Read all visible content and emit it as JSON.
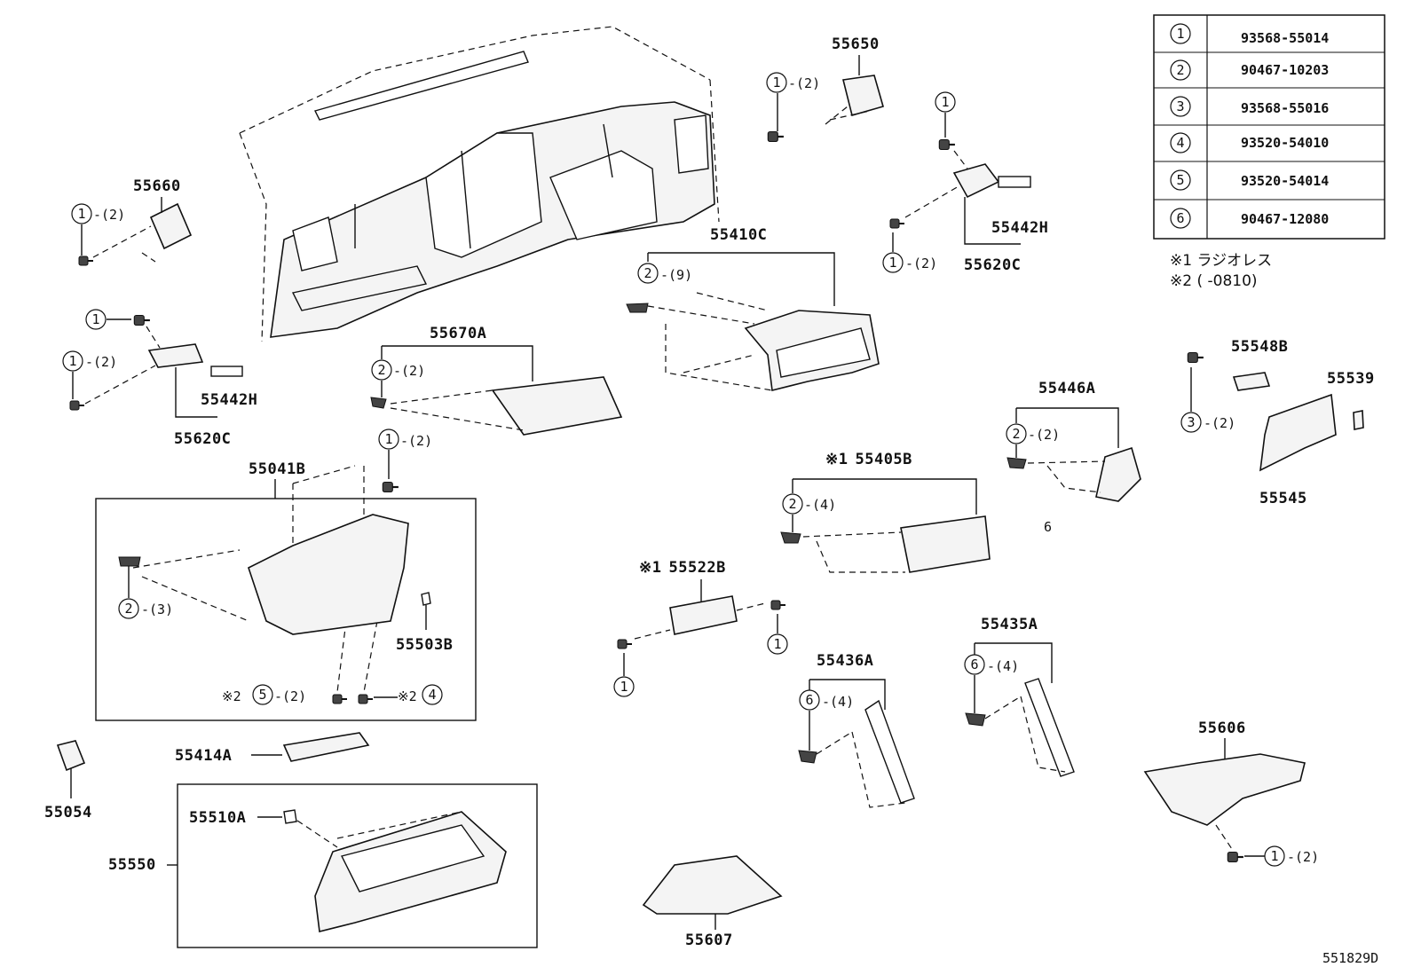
{
  "diagram_id": "551829D",
  "notes": {
    "note1": "※1 ラジオレス",
    "note2": "※2 (    -0810)"
  },
  "fastener_table": [
    {
      "code": "1",
      "part": "93568-55014"
    },
    {
      "code": "2",
      "part": "90467-10203"
    },
    {
      "code": "3",
      "part": "93568-55016"
    },
    {
      "code": "4",
      "part": "93520-54010"
    },
    {
      "code": "5",
      "part": "93520-54014"
    },
    {
      "code": "6",
      "part": "90467-12080"
    }
  ],
  "parts": {
    "p55650": "55650",
    "p55660": "55660",
    "p55442h_left": "55442H",
    "p55620c_left": "55620C",
    "p55670a": "55670A",
    "p55410c": "55410C",
    "p55442h_right": "55442H",
    "p55620c_right": "55620C",
    "p55548b": "55548B",
    "p55539": "55539",
    "p55446a": "55446A",
    "p55545": "55545",
    "p55405b": "55405B",
    "p55041b": "55041B",
    "p55503b": "55503B",
    "p55522b": "55522B",
    "p55436a": "55436A",
    "p55435a": "55435A",
    "p55606": "55606",
    "p55054": "55054",
    "p55414a": "55414A",
    "p55510a": "55510A",
    "p55550": "55550",
    "p55607": "55607"
  },
  "marks": {
    "star1": "※1",
    "star2": "※2",
    "dash": "-"
  },
  "stray_text": "6",
  "quantities": {
    "q1": "(2)",
    "q2": "(9)",
    "q3": "(3)",
    "q4": "(4)"
  }
}
